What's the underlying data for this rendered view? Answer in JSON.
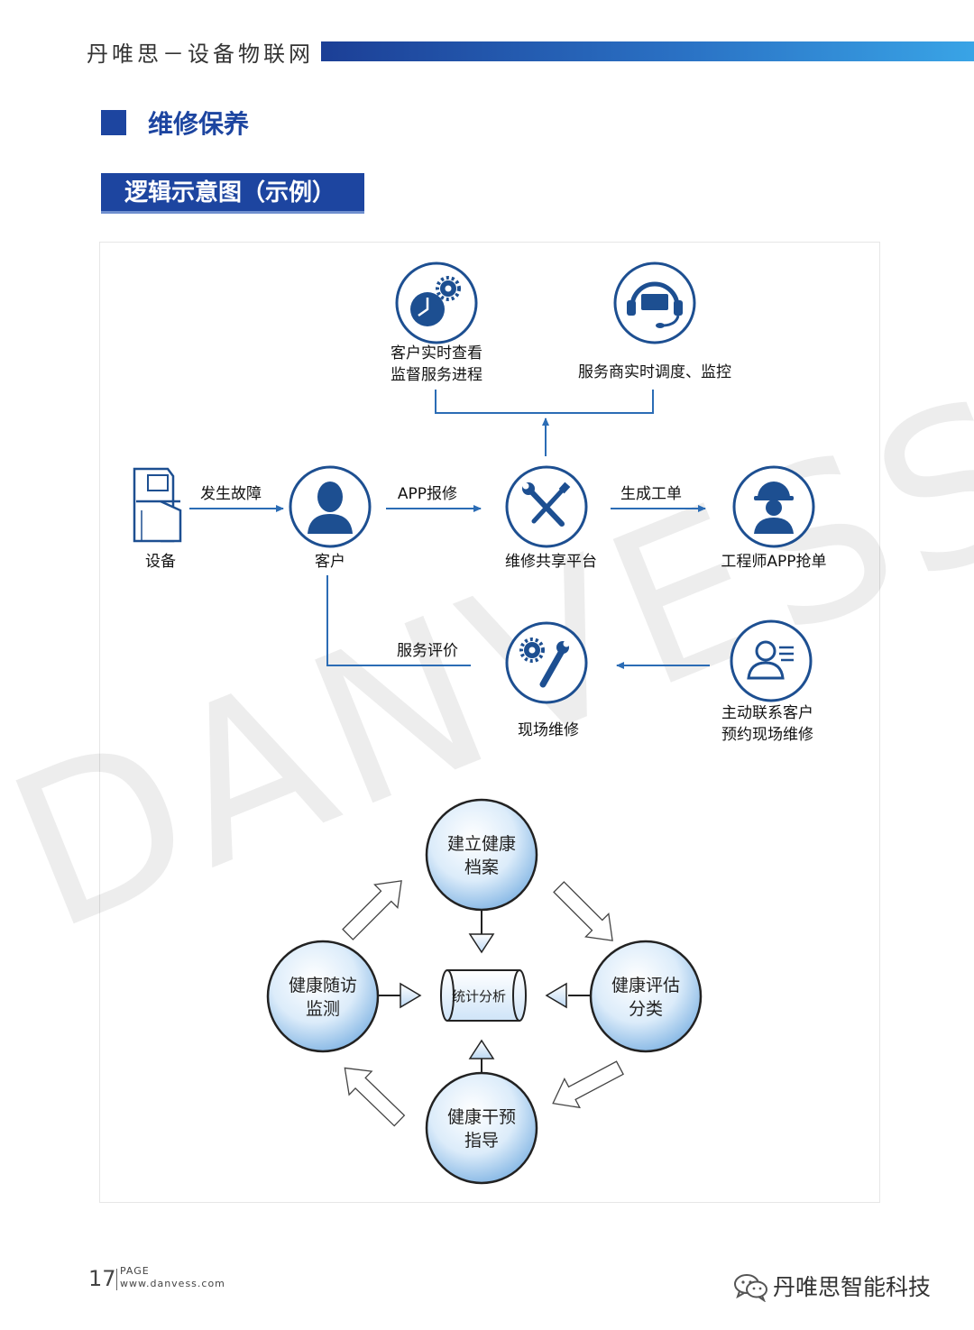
{
  "header": {
    "title": "丹唯思－设备物联网",
    "bar_colors": [
      "#1c3f96",
      "#39a4e6"
    ]
  },
  "section": {
    "title": "维修保养",
    "accent": "#1d45a0"
  },
  "subtitle": "逻辑示意图（示例）",
  "watermark": "DANVESS",
  "flow": {
    "top_nodes": {
      "monitor": [
        "客户实时查看",
        "监督服务进程"
      ],
      "dispatch": "服务商实时调度、监控"
    },
    "nodes": {
      "device": "设备",
      "customer": "客户",
      "platform": "维修共享平台",
      "engineer": "工程师APP抢单",
      "onsite": "现场维修",
      "contact": [
        "主动联系客户",
        "预约现场维修"
      ]
    },
    "edges": {
      "fault": "发生故障",
      "app_report": "APP报修",
      "work_order": "生成工单",
      "rating": "服务评价"
    },
    "icons": [
      "atm-icon",
      "user-icon",
      "tools-icon",
      "engineer-icon",
      "clock-gear-icon",
      "headset-icon",
      "wrench-gear-icon",
      "contact-icon"
    ],
    "icon_color": "#1d4f91",
    "line_color": "#2b6cb5"
  },
  "cycle": {
    "center": "统计分析",
    "nodes": {
      "top": [
        "建立健康",
        "档案"
      ],
      "left": [
        "健康随访",
        "监测"
      ],
      "right": [
        "健康评估",
        "分类"
      ],
      "bottom": [
        "健康干预",
        "指导"
      ]
    }
  },
  "footer": {
    "page_number": "17",
    "page_word": "PAGE",
    "url": "www.danvess.com",
    "brand": "丹唯思智能科技"
  }
}
